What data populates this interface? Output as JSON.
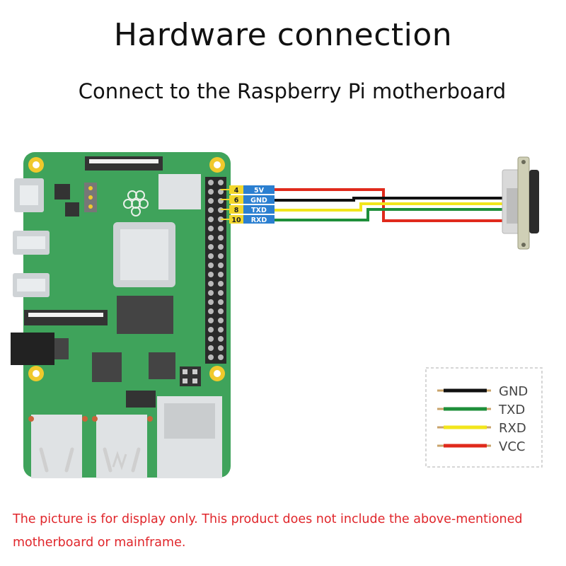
{
  "title": "Hardware connection",
  "subtitle": "Connect to the Raspberry Pi motherboard",
  "pins": [
    {
      "number": "4",
      "label": "5V"
    },
    {
      "number": "6",
      "label": "GND"
    },
    {
      "number": "8",
      "label": "TXD"
    },
    {
      "number": "10",
      "label": "RXD"
    }
  ],
  "legend": [
    {
      "label": "GND",
      "color": "#111111"
    },
    {
      "label": "TXD",
      "color": "#1e8f3a"
    },
    {
      "label": "RXD",
      "color": "#f2e51c"
    },
    {
      "label": "VCC",
      "color": "#e02a1c"
    }
  ],
  "colors": {
    "board": "#3fa35b",
    "pin_number_bg": "#f2d72c",
    "pin_label_bg": "#2b7fd0",
    "wire_red": "#e02a1c",
    "wire_black": "#111111",
    "wire_yellow": "#f2e51c",
    "wire_green": "#1e8f3a"
  },
  "disclaimer": "The picture is for display only. This product does not include the above-mentioned motherboard or mainframe."
}
